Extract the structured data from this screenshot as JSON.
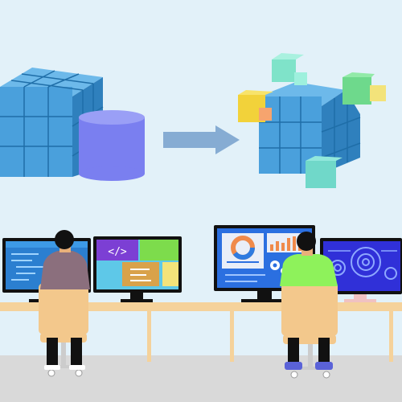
{
  "colors": {
    "background": "#e2f1f9",
    "floor": "#d9d9d9",
    "cube_front": "#4aa0dc",
    "cube_top": "#6db9ea",
    "cube_side": "#2f80bd",
    "cylinder": "#7a7ff0",
    "arrow": "#86acd3",
    "desk": "#f5d29b",
    "chair": "#f3c88c",
    "monitor_frame": "#111111",
    "shirt_left": "#8b6f7d",
    "shirt_right": "#8ef25b",
    "shoes_right": "#5a62d8",
    "scattered_cubes": [
      "#7fe3c9",
      "#9ef0dd",
      "#f2d23a",
      "#f6a46e",
      "#6ed98c",
      "#f3e37a",
      "#70d8c9"
    ]
  },
  "monitors": {
    "code_symbol": "</>"
  },
  "icons": [
    "data-cube",
    "database-cylinder",
    "arrow-right",
    "code-icon",
    "gear-icon",
    "bar-chart-icon",
    "donut-chart-icon"
  ]
}
